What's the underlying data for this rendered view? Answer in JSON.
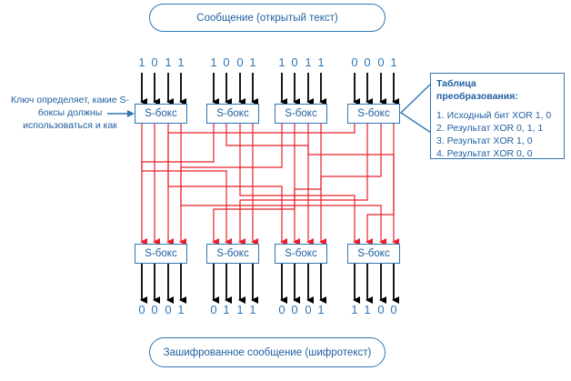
{
  "top_message": "Сообщение (открытый текст)",
  "bottom_message": "Зашифрованное сообщение (шифротекст)",
  "key_note": "Ключ определяет, какие S-боксы должны использоваться и как",
  "sbox_label": "S-бокс",
  "input_bits": [
    [
      "1",
      "0",
      "1",
      "1"
    ],
    [
      "1",
      "0",
      "0",
      "1"
    ],
    [
      "1",
      "0",
      "1",
      "1"
    ],
    [
      "0",
      "0",
      "0",
      "1"
    ]
  ],
  "output_bits": [
    [
      "0",
      "0",
      "0",
      "1"
    ],
    [
      "0",
      "1",
      "1",
      "1"
    ],
    [
      "0",
      "0",
      "0",
      "1"
    ],
    [
      "1",
      "1",
      "0",
      "0"
    ]
  ],
  "table": {
    "title": "Таблица преобразования:",
    "rows": [
      "1. Исходный бит XOR 1, 0",
      "2. Результат XOR 0, 1, 1",
      "3. Результат XOR 1, 0",
      "4. Результат XOR 0, 0"
    ]
  },
  "colors": {
    "accent": "#2e75b6",
    "wire": "#e8202a",
    "arrow": "#000000"
  }
}
